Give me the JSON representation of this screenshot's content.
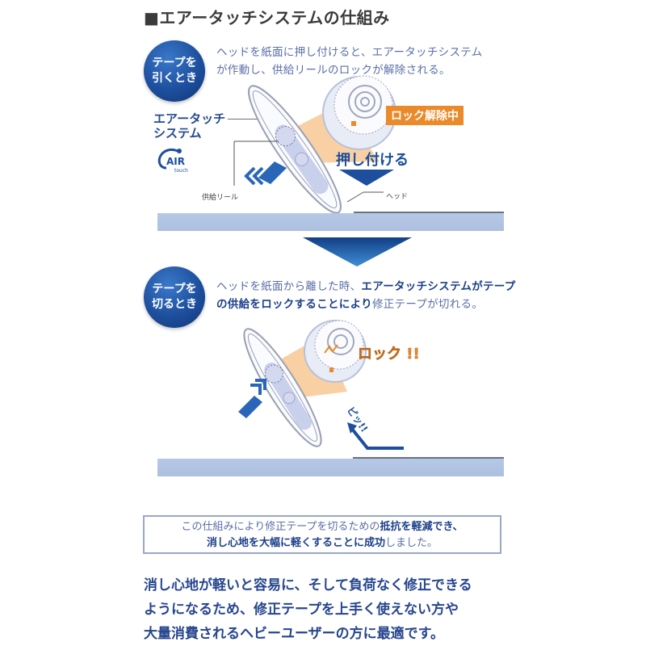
{
  "title": "■エアータッチシステムの仕組み",
  "section1": {
    "badge_line1": "テープを",
    "badge_line2": "引くとき",
    "desc_line1": "ヘッドを紙面に押し付けると、エアータッチシステム",
    "desc_line2": "が作動し、供給リールのロックが解除される。",
    "label_system_line1": "エアータッチ",
    "label_system_line2": "システム",
    "logo_main": "AIR",
    "logo_sub": "touch",
    "label_reel": "供給リール",
    "label_head": "ヘッド",
    "tag_unlock": "ロック解除中",
    "push_label": "押し付ける"
  },
  "section2": {
    "badge_line1": "テープを",
    "badge_line2": "切るとき",
    "desc_plain1": "ヘッドを紙面から離した時、",
    "desc_bold1": "エアータッチシステムがテープ",
    "desc_bold2": "の供給をロックすることにより",
    "desc_plain2": "修正テープが切れる。",
    "lock_label": "ロック !!",
    "cut_sound": "ピッ!!"
  },
  "summary_box": {
    "line1_plain": "この仕組みにより修正テープを切るための",
    "line1_bold": "抵抗を軽減でき、",
    "line2_bold": "消し心地を大幅に軽くすることに成功",
    "line2_plain": "しました。"
  },
  "bottom_text": {
    "line1": "消し心地が軽いと容易に、そして負荷なく修正できる",
    "line2": "ようになるため、修正テープを上手く使えない方や",
    "line3": "大量消費されるヘビーユーザーの方に最適です。"
  },
  "colors": {
    "brand_blue": "#1d4f9e",
    "accent_orange": "#ea8a2a",
    "paper_blue": "#b5c9e6"
  }
}
